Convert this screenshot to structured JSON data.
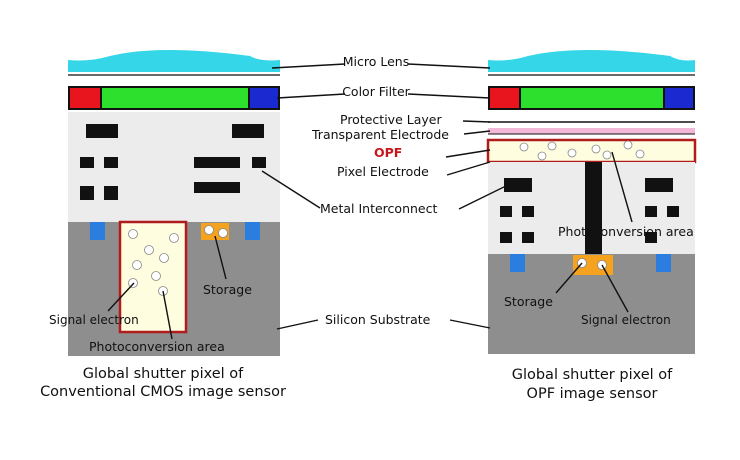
{
  "colors": {
    "micro_lens": "#35d6e8",
    "filter_red": "#e8151f",
    "filter_green": "#2ee02e",
    "filter_blue": "#1a2ad0",
    "interconnect_bg": "#ececec",
    "substrate": "#8e8e8e",
    "metal": "#111111",
    "photodiode_border": "#b01c1c",
    "photodiode_fill": "#fffde0",
    "storage": "#f5a21e",
    "transfer_gate": "#2b7de0",
    "transparent_electrode": "#f2b8d8",
    "opf_label": "#c8161c"
  },
  "labels": {
    "micro_lens": "Micro Lens",
    "color_filter": "Color Filter",
    "protective_layer": "Protective Layer",
    "transparent_electrode": "Transparent Electrode",
    "opf": "OPF",
    "pixel_electrode": "Pixel Electrode",
    "metal_interconnect": "Metal Interconnect",
    "photoconversion_area_right": "Photoconversion area",
    "storage_left": "Storage",
    "signal_electron_left": "Signal electron",
    "silicon_substrate": "Silicon Substrate",
    "photoconversion_area_left": "Photoconversion area",
    "storage_right": "Storage",
    "signal_electron_right": "Signal electron"
  },
  "captions": {
    "left_line1": "Global shutter pixel of",
    "left_line2": "Conventional CMOS image sensor",
    "right_line1": "Global shutter pixel of",
    "right_line2": "OPF image sensor"
  }
}
